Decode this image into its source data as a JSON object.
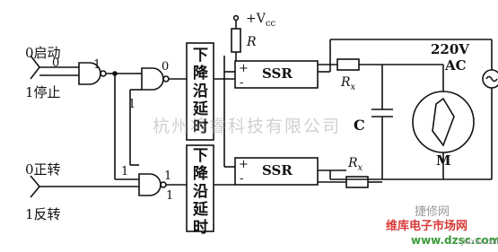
{
  "inputs": {
    "start_stop_line1": "0启动",
    "start_stop_line2": "1停止",
    "fwd_rev_line1": "0正转",
    "fwd_rev_line2": "1反转"
  },
  "logic_levels": {
    "gate1_input": "0",
    "gate1_output": "1",
    "gate2_output": "0",
    "gate3_input1": "1",
    "gate3_input2": "1",
    "gate3_output": "1",
    "gate2_lower_input": "1"
  },
  "delay_block": {
    "label": "下降沿延时"
  },
  "ssr": {
    "label": "SSR",
    "plus": "+",
    "minus": "-"
  },
  "supply": {
    "vcc_prefix": "+V",
    "vcc_sub": "cc",
    "r_label": "R"
  },
  "resistors": {
    "rx_main": "R",
    "rx_sub": "x"
  },
  "capacitor_label": "C",
  "motor_label": "M",
  "ac_source": {
    "voltage": "220V",
    "type": "AC",
    "symbol": "~"
  },
  "watermarks": {
    "company": "杭州将睿科技有限公司",
    "site_cn": "维库电子市场网",
    "site_url": "www.dzsc.com",
    "corner_logo": "捷修网",
    "corner_url": "jiexiu.com"
  },
  "colors": {
    "line": "#111111",
    "watermark_red": "#d83a3a",
    "watermark_green": "#3a9a3a",
    "watermark_gray": "#999999"
  }
}
